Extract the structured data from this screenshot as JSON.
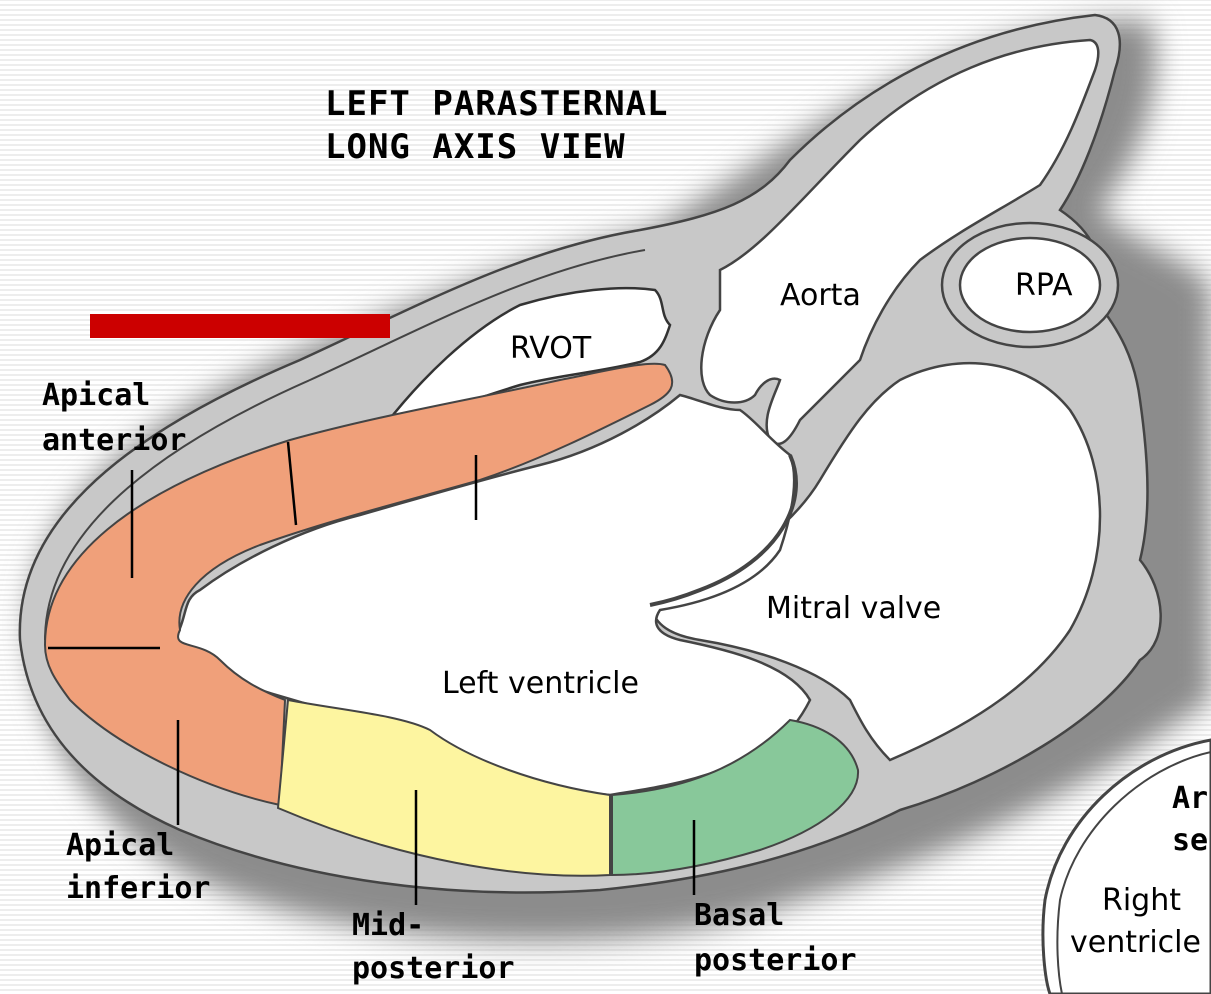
{
  "title": {
    "line1": "LEFT PARASTERNAL",
    "line2": "LONG AXIS VIEW"
  },
  "structures": {
    "aorta": "Aorta",
    "rpa": "RPA",
    "rvot": "RVOT",
    "mitral_valve": "Mitral valve",
    "left_ventricle": "Left ventricle"
  },
  "segments": {
    "apical_anterior": {
      "line1": "Apical",
      "line2": "anterior"
    },
    "apical_inferior": {
      "line1": "Apical",
      "line2": "inferior"
    },
    "mid_posterior": {
      "line1": "Mid-",
      "line2": "posterior"
    },
    "basal_posterior": {
      "line1": "Basal",
      "line2": "posterior"
    }
  },
  "cutoff": {
    "bold_line1": "Ar",
    "bold_line2": "se",
    "line1": "Right",
    "line2": "ventricle"
  },
  "colors": {
    "apical_segments": "#f0a07a",
    "mid_posterior": "#fdf5a0",
    "basal_posterior": "#88c89a",
    "wall": "#c8c8c8",
    "shadow": "#8f8f8f",
    "marker_bar": "#cc0000"
  }
}
